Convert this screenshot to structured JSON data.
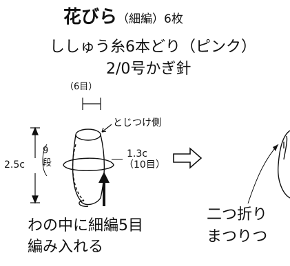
{
  "title": {
    "main": "花びら",
    "stitch": "（細編）6枚"
  },
  "yarn": "ししゅう糸6本どり（ピンク）",
  "hook": "2/0号かぎ針",
  "diagram": {
    "top_rounds": "（6目）",
    "attach_side": "とじつけ側",
    "height": "2.5c",
    "rows_num": "9",
    "rows_unit": "段",
    "width": "1.3c",
    "width_sts": "（10目）",
    "start_line1": "わの中に細編5目",
    "start_line2": "編み入れる",
    "fold_line1": "二つ折り",
    "fold_line2": "まつりつ"
  },
  "colors": {
    "ink": "#111111",
    "background": "#ffffff"
  }
}
